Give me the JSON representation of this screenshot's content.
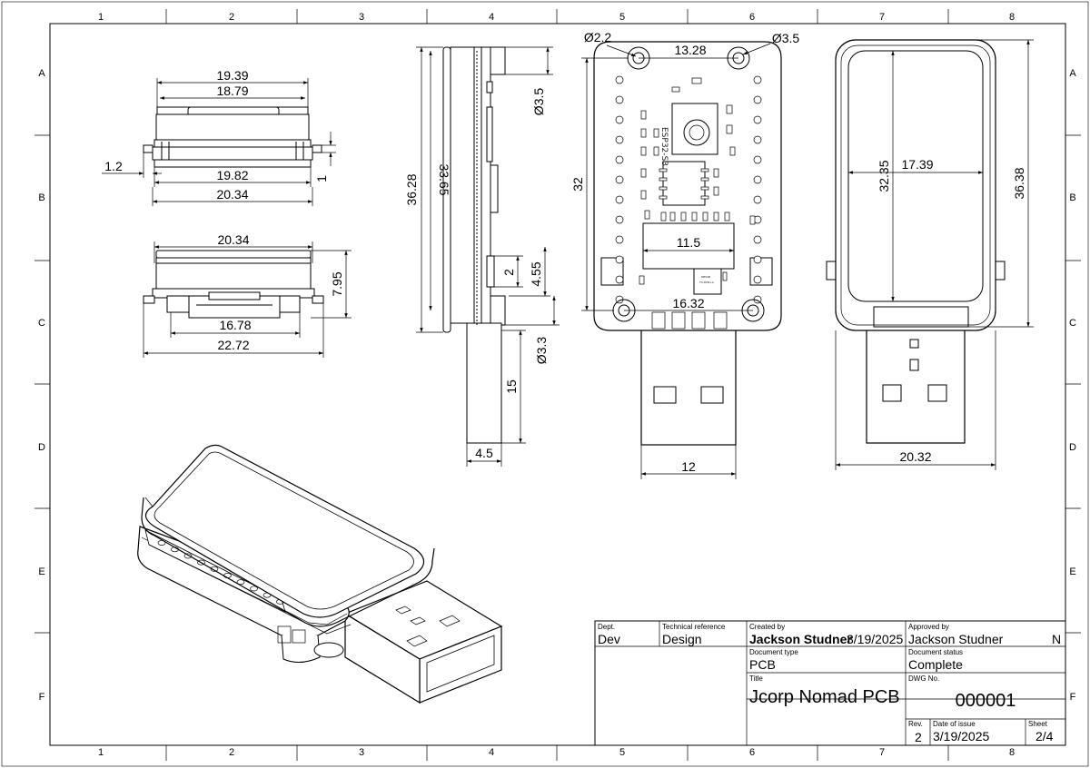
{
  "zones": {
    "columns": [
      "1",
      "2",
      "3",
      "4",
      "5",
      "6",
      "7",
      "8"
    ],
    "rows": [
      "A",
      "B",
      "C",
      "D",
      "E",
      "F"
    ]
  },
  "dimensions": {
    "top_19_39": "19.39",
    "top_18_79": "18.79",
    "top_1_2": "1.2",
    "top_19_82": "19.82",
    "top_20_34": "20.34",
    "top_1": "1",
    "mid_20_34": "20.34",
    "mid_7_95": "7.95",
    "mid_16_78": "16.78",
    "mid_22_72": "22.72",
    "side_36_28": "36.28",
    "side_33_65": "33.65",
    "side_d3_5": "Ø3.5",
    "side_2": "2",
    "side_4_55": "4.55",
    "side_d3_3": "Ø3.3",
    "side_15": "15",
    "side_4_5": "4.5",
    "pcb_d2_2": "Ø2.2",
    "pcb_13_28": "13.28",
    "pcb_d3_5": "Ø3.5",
    "pcb_32": "32",
    "pcb_11_5": "11.5",
    "pcb_16_32": "16.32",
    "pcb_12": "12",
    "case_32_35": "32.35",
    "case_17_39": "17.39",
    "case_36_38": "36.38",
    "case_20_32": "20.32"
  },
  "pcb_labels": {
    "chip_name": "ESP32-S3",
    "small_chip_top": "RBSSB",
    "small_chip_bottom": "TS-RXN+A"
  },
  "title_block": {
    "dept_label": "Dept.",
    "dept_value": "Dev",
    "techref_label": "Technical reference",
    "techref_value": "Design",
    "created_label": "Created by",
    "created_value": "Jackson Studner",
    "created_date": "3/19/2025",
    "approved_label": "Approved by",
    "approved_value": "Jackson Studner",
    "approved_suffix": "N",
    "doctype_label": "Document type",
    "doctype_value": "PCB",
    "docstatus_label": "Document status",
    "docstatus_value": "Complete",
    "title_label": "Title",
    "title_value": "Jcorp Nomad PCB",
    "dwg_label": "DWG No.",
    "dwg_value": "000001",
    "rev_label": "Rev.",
    "rev_value": "2",
    "issue_label": "Date of issue",
    "issue_value": "3/19/2025",
    "sheet_label": "Sheet",
    "sheet_value": "2/4"
  }
}
